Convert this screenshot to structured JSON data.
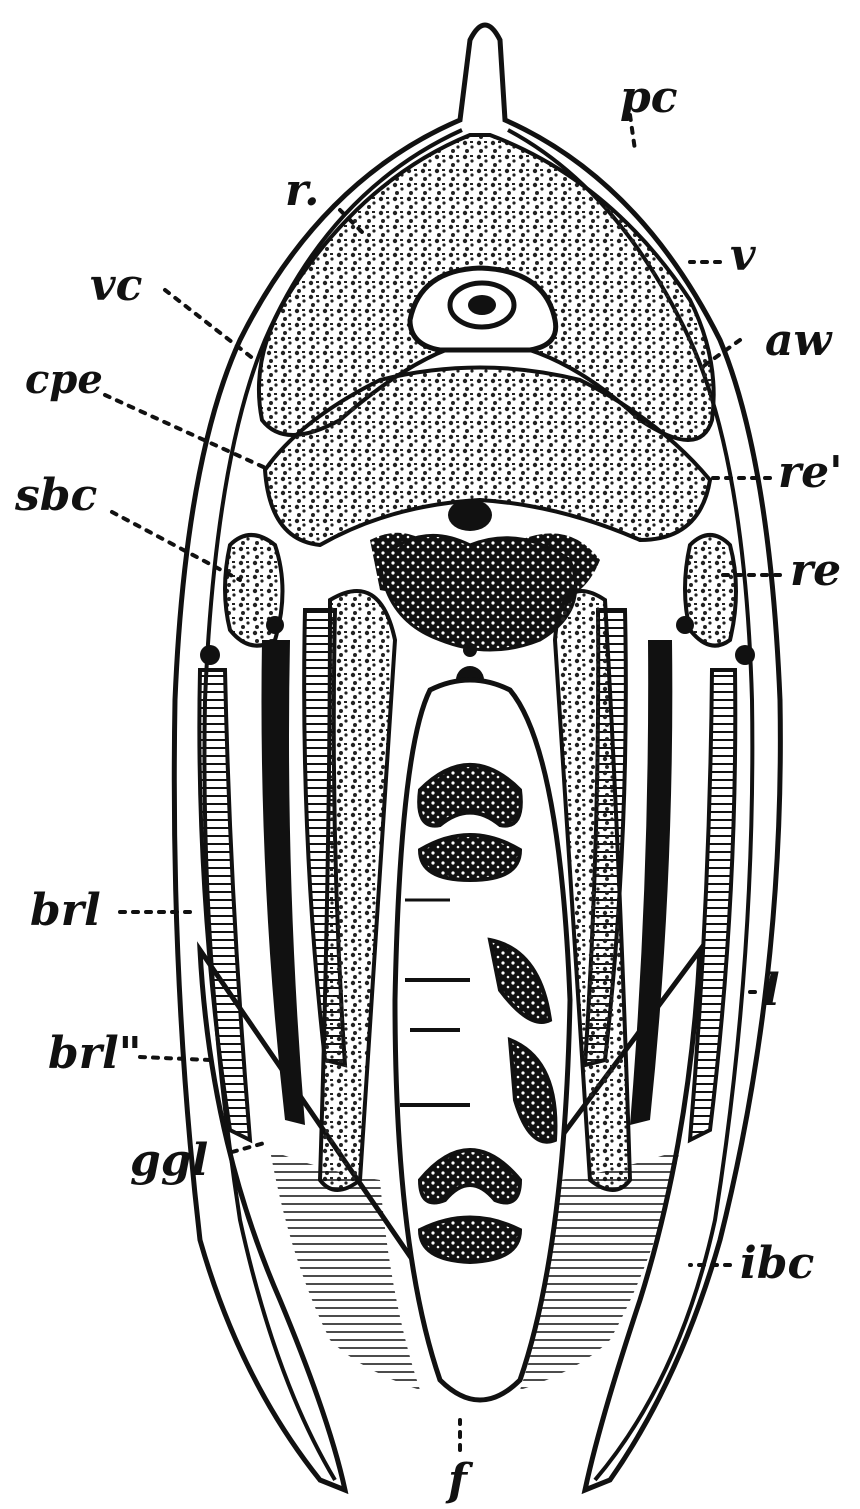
{
  "labels": {
    "pc": "pc",
    "r": "r.",
    "v": "v",
    "vc": "vc",
    "aw": "aw",
    "cpe": "cpe",
    "re_prime": "re'",
    "sbc": "sbc",
    "re": "re",
    "brl": "brl",
    "brl_double": "brl\"",
    "l": "l",
    "ggl": "ggl",
    "ibc": "ibc",
    "f": "f"
  },
  "colors": {
    "ink": "#111111",
    "paper": "#ffffff",
    "stipple": "#222222"
  }
}
